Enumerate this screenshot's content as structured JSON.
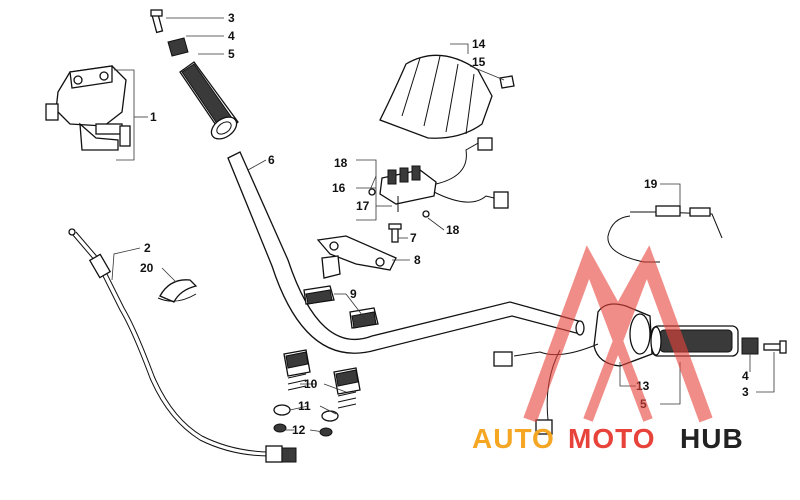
{
  "labels": {
    "l1": "1",
    "l2": "2",
    "l3a": "3",
    "l3b": "3",
    "l4a": "4",
    "l4b": "4",
    "l5a": "5",
    "l5b": "5",
    "l6": "6",
    "l7": "7",
    "l8": "8",
    "l9": "9",
    "l10": "10",
    "l11": "11",
    "l12": "12",
    "l13": "13",
    "l14": "14",
    "l15": "15",
    "l16": "16",
    "l17": "17",
    "l18a": "18",
    "l18b": "18",
    "l19": "19",
    "l20": "20"
  },
  "watermark": {
    "auto": "AUTO",
    "moto": "MOTO",
    "hub": "HUB",
    "colors": {
      "auto": "#f5a623",
      "moto": "#e8433a",
      "hub": "#222222",
      "triangle": "#e8433a"
    }
  }
}
